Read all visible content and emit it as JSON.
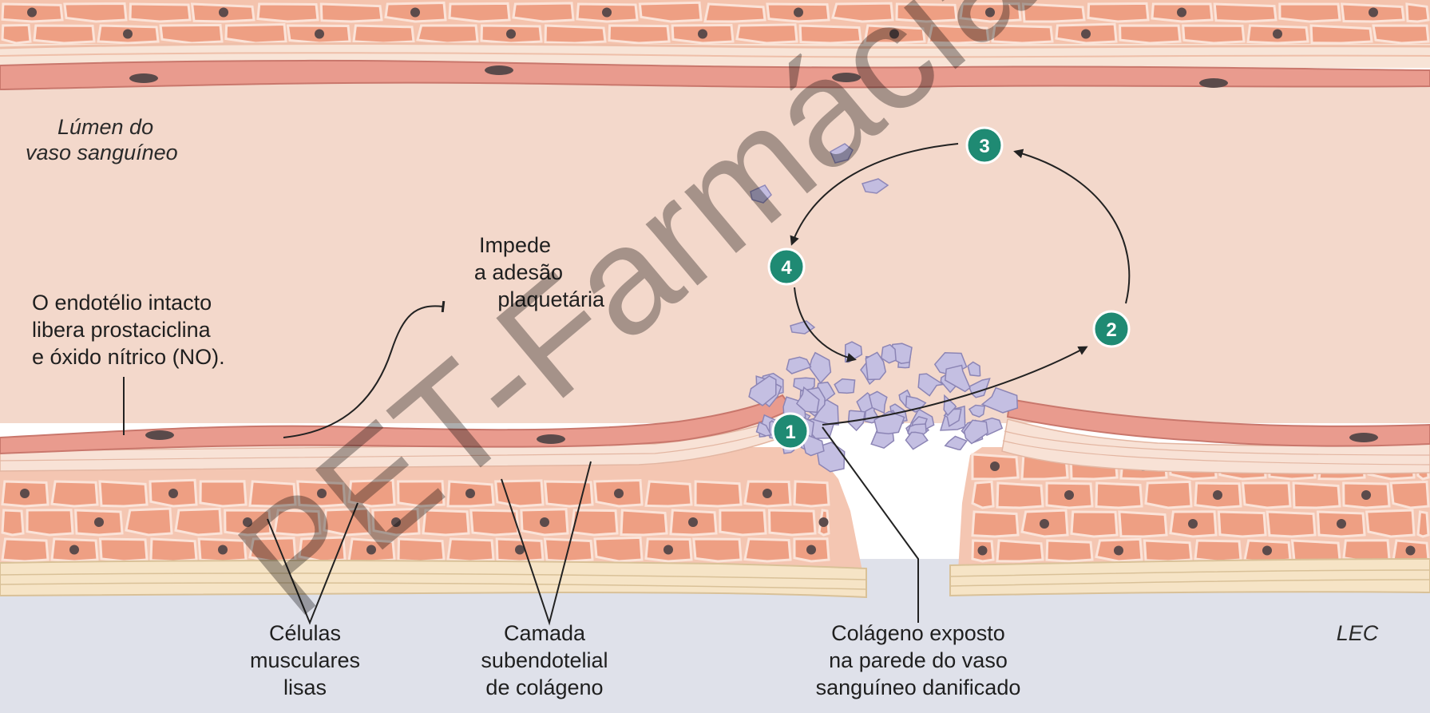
{
  "diagram": {
    "lumen_label": [
      "Lúmen do",
      "vaso sanguíneo"
    ],
    "endothelium_label": [
      "O endotélio intacto",
      "libera prostaciclina",
      "e óxido nítrico (NO)."
    ],
    "prevents_label": [
      "Impede",
      "a adesão",
      "plaquetária"
    ],
    "smooth_muscle_label": [
      "Células",
      "musculares",
      "lisas"
    ],
    "collagen_layer_label": [
      "Camada",
      "subendotelial",
      "de colágeno"
    ],
    "exposed_collagen_label": [
      "Colágeno exposto",
      "na parede do vaso",
      "sanguíneo danificado"
    ],
    "lec_label": "LEC",
    "steps": [
      "1",
      "2",
      "3",
      "4"
    ],
    "watermark": "PET-Farmácia UFJF",
    "colors": {
      "lumen": "#f3d9cc",
      "vessel_wall": "#f6c0ad",
      "endothelium": "#e8998b",
      "muscle_cell": "#ef9f82",
      "muscle_outline": "#ffffff",
      "nucleus": "#5a4a4a",
      "collagen": "#f7e6c8",
      "ecf": "#dde0e8",
      "badge": "#1f8a73",
      "platelet": "#b6b0d6",
      "arrow": "#222222"
    }
  }
}
